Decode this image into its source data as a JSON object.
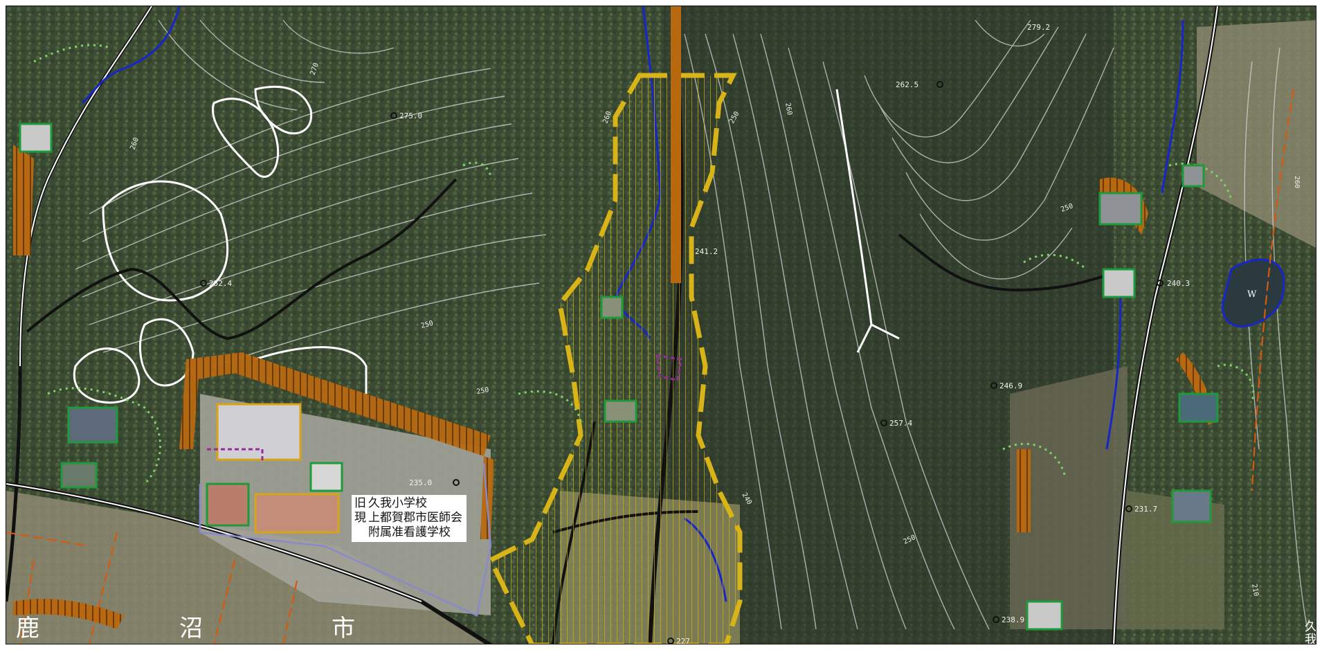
{
  "map": {
    "colors": {
      "forest": "#3c4a34",
      "forest_dark": "#2a3526",
      "field": "#8a8a78",
      "contour": "#d6d6d6",
      "road": "#111111",
      "building": "#1f9a3a",
      "boundary": "#b8680f",
      "hatch": "#d8b418",
      "river": "#1626c8",
      "parcel": "#d65a0e",
      "dotted": "#7fd36a"
    },
    "elevations": [
      {
        "id": "275",
        "text": "275.0"
      },
      {
        "id": "252",
        "text": "252.4"
      },
      {
        "id": "241",
        "text": "241.2"
      },
      {
        "id": "262",
        "text": "262.5"
      },
      {
        "id": "279",
        "text": "279.2"
      },
      {
        "id": "240",
        "text": "240.3"
      },
      {
        "id": "246",
        "text": "246.9"
      },
      {
        "id": "257",
        "text": "257.4"
      },
      {
        "id": "235",
        "text": "235.0"
      },
      {
        "id": "231",
        "text": "231.7"
      },
      {
        "id": "238",
        "text": "238.9"
      },
      {
        "id": "227",
        "text": "227"
      }
    ],
    "contour_labels": [
      "270",
      "260",
      "260",
      "260",
      "250",
      "250",
      "250",
      "240",
      "250",
      "260",
      "210",
      "250"
    ],
    "school_label": {
      "line1_prefix": "旧",
      "line1": "久我小学校",
      "line2_prefix": "現",
      "line2": "上都賀郡市医師会",
      "line3": "附属准看護学校"
    },
    "city_name": [
      "鹿",
      "沼",
      "市"
    ],
    "corner_text": [
      "久",
      "我"
    ],
    "pond_label": "W"
  }
}
